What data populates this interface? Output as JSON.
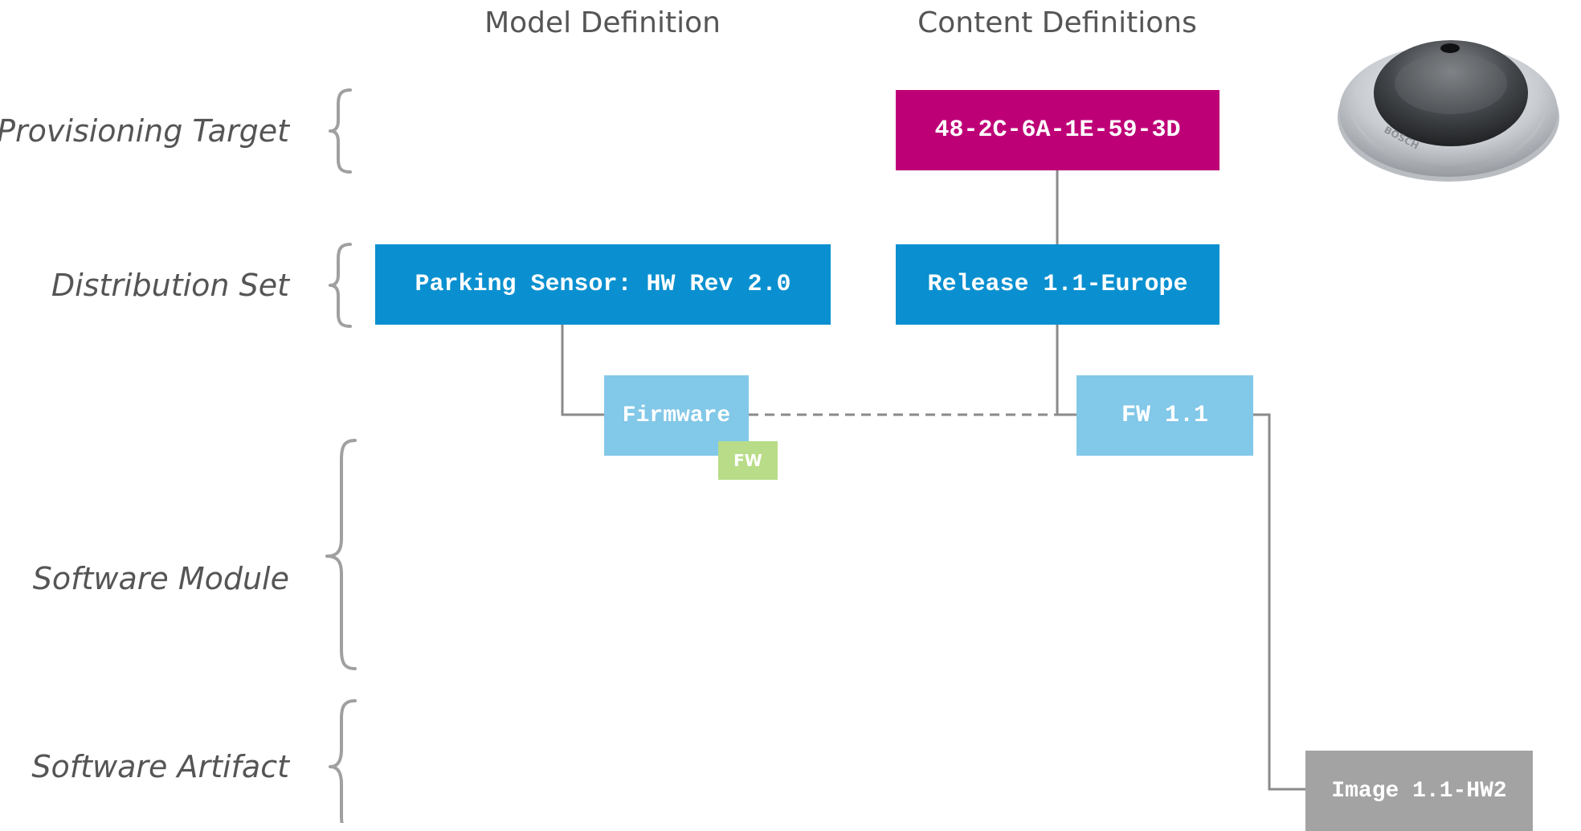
{
  "columns": {
    "model": "Model Definition",
    "content": "Content Definitions"
  },
  "rows": {
    "target": "Provisioning Target",
    "distribution": "Distribution Set",
    "module": "Software Module",
    "artifact": "Software Artifact"
  },
  "nodes": {
    "target": "48-2C-6A-1E-59-3D",
    "model_distribution": "Parking Sensor: HW Rev 2.0",
    "content_distribution": "Release 1.1-Europe",
    "model_module": "Firmware",
    "module_type_tag": "FW",
    "content_module": "FW 1.1",
    "artifact": "Image 1.1-HW2"
  },
  "device": {
    "brand": "BOSCH"
  },
  "colors": {
    "target": "#BE0077",
    "distribution": "#0A90D0",
    "module": "#82C8E8",
    "tag": "#B8DC88",
    "artifact": "#A3A3A3",
    "connector": "#8A8A8A",
    "bracket": "#A0A0A0",
    "label": "#555555"
  }
}
